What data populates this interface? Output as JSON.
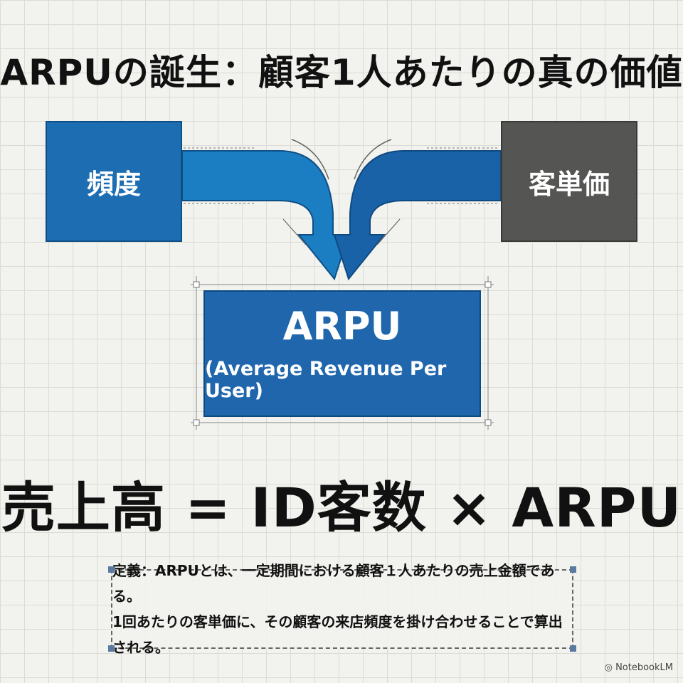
{
  "title": "ARPUの誕生：顧客1人あたりの真の価値",
  "boxes": {
    "frequency": "頻度",
    "unit_price": "客単価",
    "arpu_main": "ARPU",
    "arpu_sub": "(Average Revenue Per User)"
  },
  "formula": "売上高 = ID客数 × ARPU",
  "definition": {
    "line1": "定義：ARPUとは、一定期間における顧客１人あたりの売上金額である。",
    "line2": "1回あたりの客単価に、その顧客の来店頻度を掛け合わせることで算出される。"
  },
  "watermark": "NotebookLM",
  "colors": {
    "blue": "#1d6db3",
    "gray": "#555553",
    "text": "#111111"
  }
}
